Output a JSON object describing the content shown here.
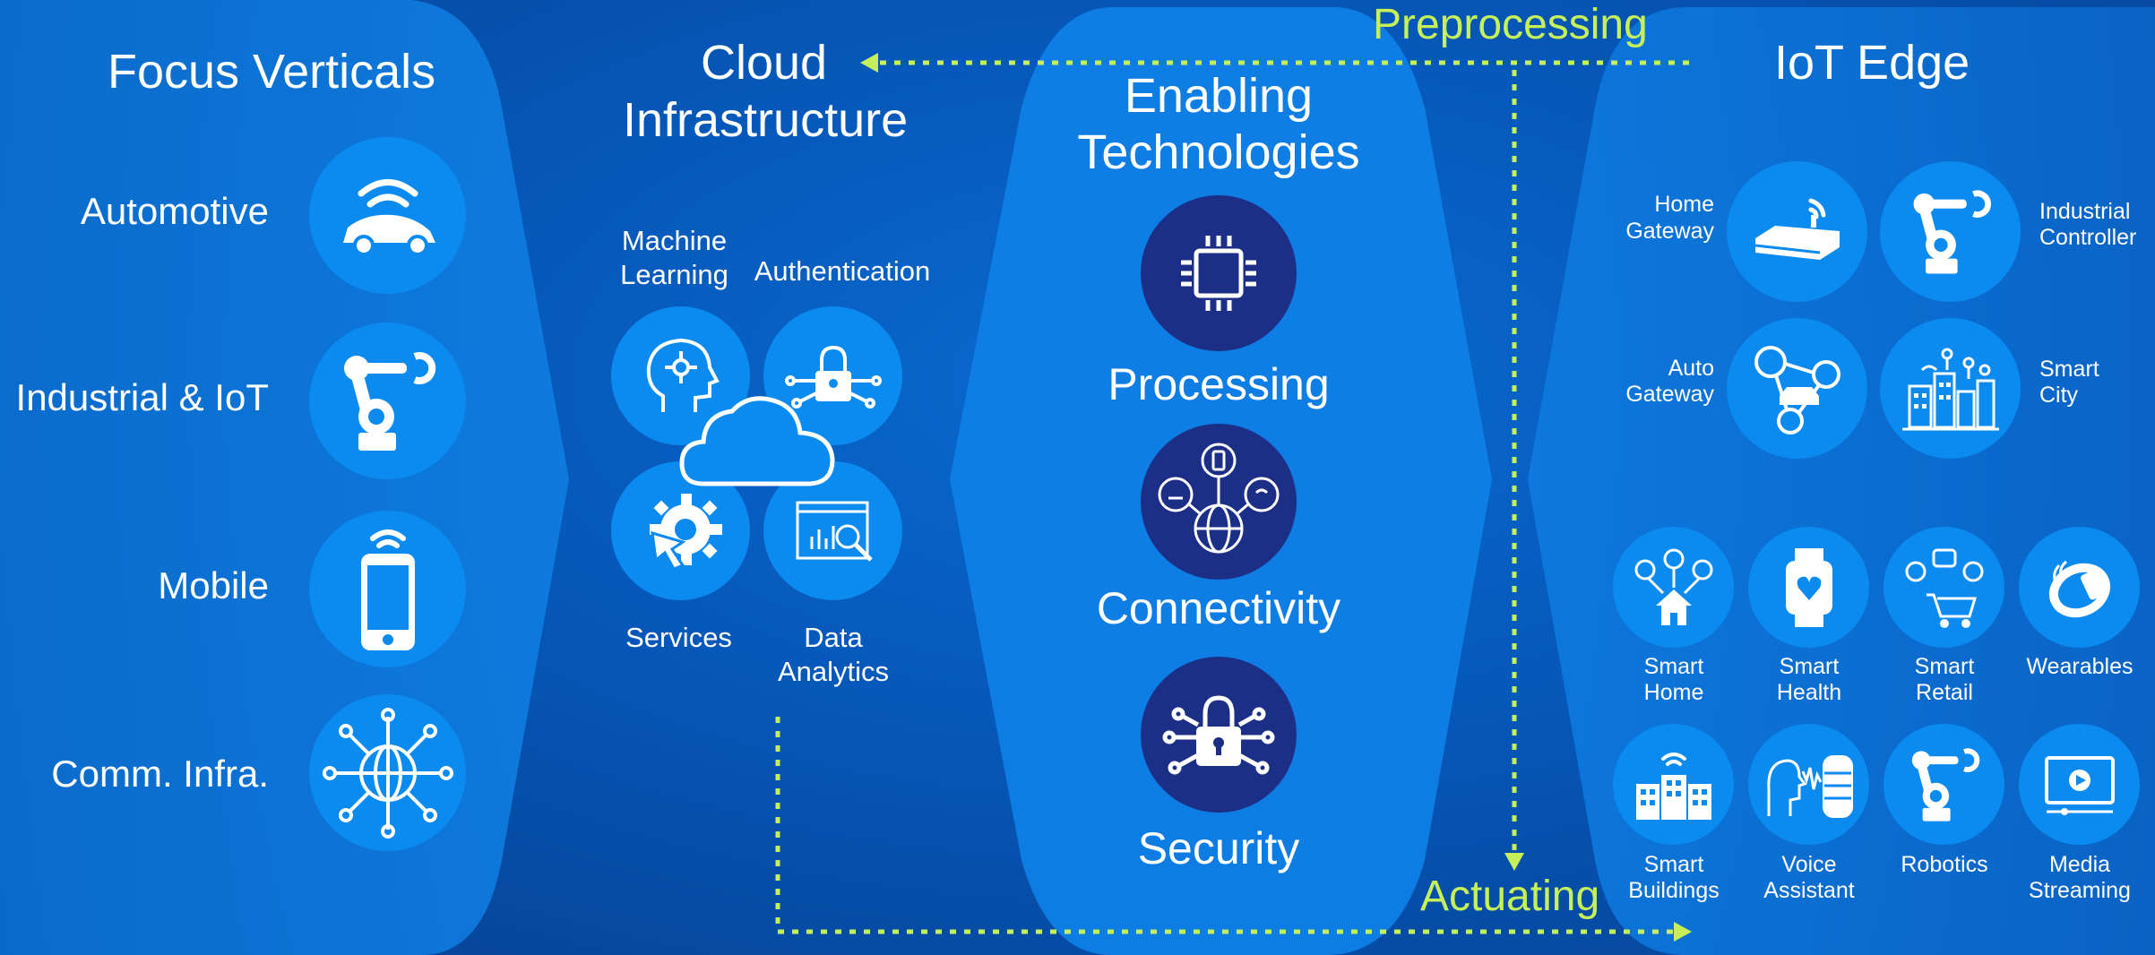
{
  "colors": {
    "accent_green": "#c6f05a",
    "panel": "#1077d8",
    "circle": "#0b8af0",
    "dark_circle": "#1c2f86"
  },
  "flow": {
    "preprocessing": "Preprocessing",
    "actuating": "Actuating"
  },
  "focus": {
    "title": "Focus Verticals",
    "items": [
      {
        "label": "Automotive",
        "icon": "connected-car-icon"
      },
      {
        "label": "Industrial & IoT",
        "icon": "robot-arm-icon"
      },
      {
        "label": "Mobile",
        "icon": "smartphone-icon"
      },
      {
        "label": "Comm. Infra.",
        "icon": "network-globe-icon"
      }
    ]
  },
  "cloud": {
    "title_line1": "Cloud",
    "title_line2": "Infrastructure",
    "ml_line1": "Machine",
    "ml_line2": "Learning",
    "auth": "Authentication",
    "services": "Services",
    "data_line1": "Data",
    "data_line2": "Analytics"
  },
  "enabling": {
    "title_line1": "Enabling",
    "title_line2": "Technologies",
    "items": [
      {
        "label": "Processing",
        "icon": "chip-icon"
      },
      {
        "label": "Connectivity",
        "icon": "connected-globe-icon"
      },
      {
        "label": "Security",
        "icon": "padlock-circuit-icon"
      }
    ]
  },
  "iot": {
    "title": "IoT Edge",
    "home_gateway_1": "Home",
    "home_gateway_2": "Gateway",
    "industrial_1": "Industrial",
    "industrial_2": "Controller",
    "auto_gateway_1": "Auto",
    "auto_gateway_2": "Gateway",
    "smart_city_1": "Smart",
    "smart_city_2": "City",
    "tiles": [
      {
        "l1": "Smart",
        "l2": "Home",
        "icon": "smart-home-icon"
      },
      {
        "l1": "Smart",
        "l2": "Health",
        "icon": "smartwatch-icon"
      },
      {
        "l1": "Smart",
        "l2": "Retail",
        "icon": "shopping-cart-icon"
      },
      {
        "l1": "Wearables",
        "l2": "",
        "icon": "wristband-icon"
      },
      {
        "l1": "Smart",
        "l2": "Buildings",
        "icon": "buildings-icon"
      },
      {
        "l1": "Voice",
        "l2": "Assistant",
        "icon": "voice-speaker-icon"
      },
      {
        "l1": "Robotics",
        "l2": "",
        "icon": "robot-arm-icon"
      },
      {
        "l1": "Media",
        "l2": "Streaming",
        "icon": "video-player-icon"
      }
    ]
  }
}
